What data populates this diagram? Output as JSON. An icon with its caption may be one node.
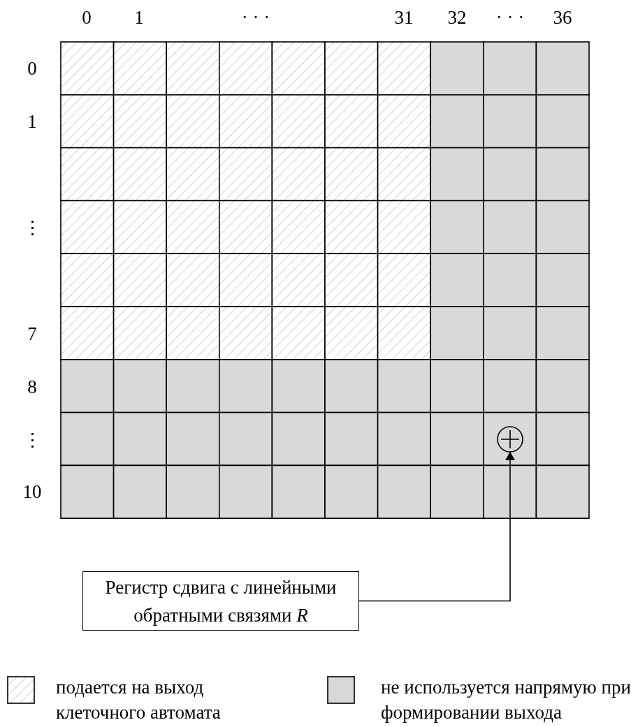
{
  "diagram": {
    "nodes": [
      {
        "text": [],
        "shape": "circle"
      },
      {
        "text": [
          "Регистр сдвига с линейными обратными связями *R*"
        ]
      }
    ],
    "edges": [
      {
        "from": 1,
        "to": 0,
        "arrow": "to"
      }
    ],
    "labels": [
      "0",
      "1",
      "· · ·",
      "31",
      "32",
      "· · ·",
      "36",
      "0",
      "1",
      "⋮",
      "7",
      "8",
      "⋮",
      "10"
    ],
    "legend": [
      {
        "text": "подается на выход клеточного автомата"
      },
      {
        "text": "не используется напрямую при формировании выхода",
        "color": "#d9d9d9"
      }
    ]
  }
}
